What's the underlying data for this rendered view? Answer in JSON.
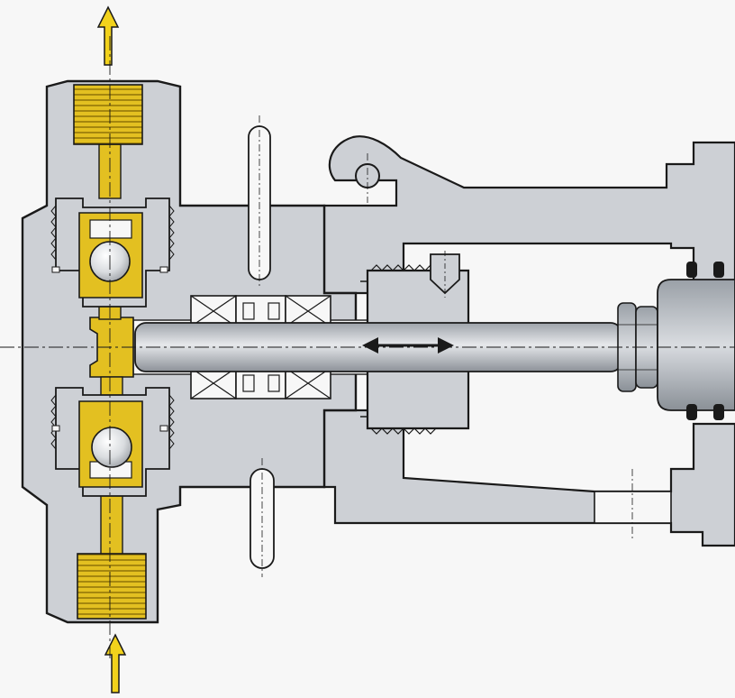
{
  "diagram": {
    "type": "cross-section",
    "colors": {
      "background": "#f7f7f7",
      "body_gray": "#cdd0d5",
      "outline": "#1a1a1a",
      "fluid_yellow": "#e3c021",
      "arrow_yellow": "#f2d21c",
      "plunger": "#b9bdc3"
    },
    "flow": {
      "inlet_arrow": "arrow-up-yellow",
      "outlet_arrow": "arrow-up-yellow",
      "plunger_motion": "double-headed-arrow"
    }
  }
}
